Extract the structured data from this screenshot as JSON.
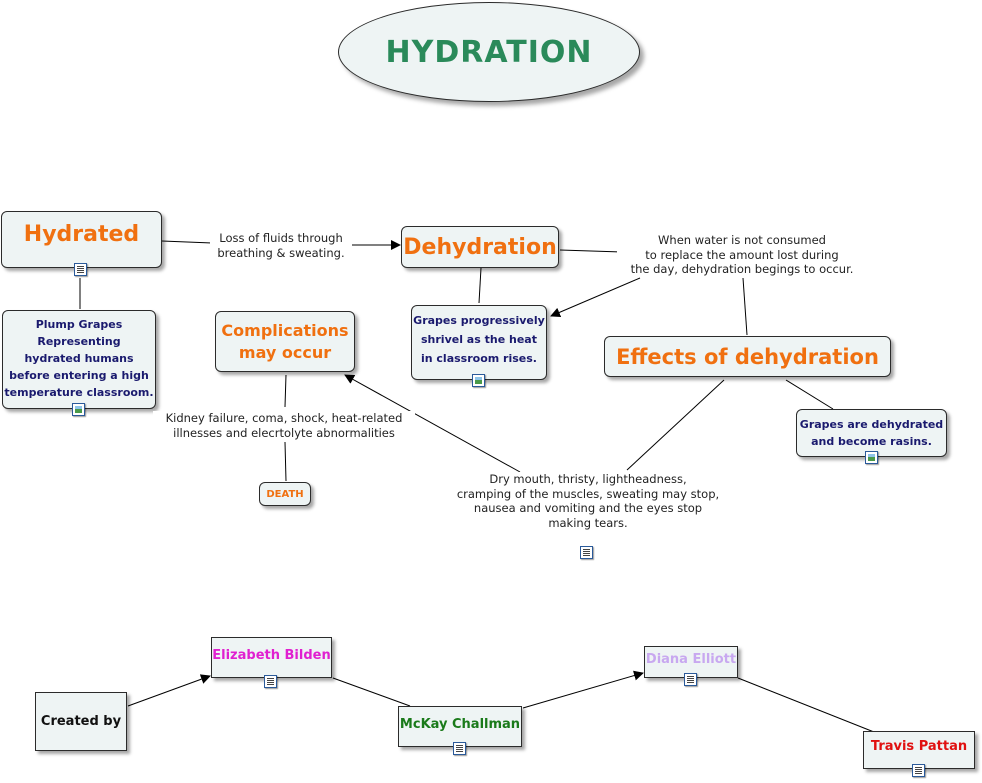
{
  "title": "HYDRATION",
  "nodes": {
    "hydrated": "Hydrated",
    "dehydration": "Dehydration",
    "plump_grapes": "Plump Grapes\nRepresenting\nhydrated humans\nbefore entering a high\ntemperature classroom.",
    "complications": "Complications\nmay occur",
    "grapes_shrivel": "Grapes progressively\nshrivel as the heat\nin classroom rises.",
    "effects": "Effects of dehydration",
    "raisins": "Grapes are dehydrated\nand become rasins.",
    "death": "DEATH",
    "created_by": "Created by",
    "authors": [
      "Elizabeth Bilden",
      "McKay Challman",
      "Diana Elliott",
      "Travis Pattan"
    ]
  },
  "labels": {
    "loss_of_fluids": "Loss of fluids through\nbreathing & sweating.",
    "when_water": "When water is not consumed\nto replace the amount lost during\nthe day, dehydration begings to occur.",
    "kidney": "Kidney failure, coma, shock, heat-related\nillnesses and elecrtolyte abnormalities",
    "symptoms": "Dry mouth, thristy, lightheadness,\ncramping of the muscles, sweating may stop,\nnausea and vomiting and the eyes stop\nmaking tears."
  },
  "colors": {
    "title": "#2a8a5a",
    "concept": "#f07010",
    "grape_text": "#1a1a6e",
    "author_colors": [
      "#e020d0",
      "#1a7a1a",
      "#c8a8f0",
      "#e01010"
    ]
  }
}
